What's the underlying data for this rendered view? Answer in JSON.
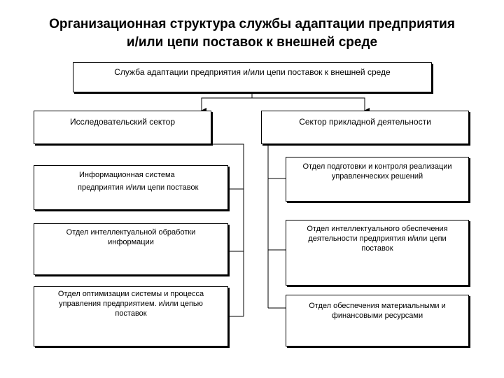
{
  "title": {
    "line1": "Организационная структура службы адаптации предприятия",
    "line2": "и/или цепи поставок к внешней среде"
  },
  "top_box": "Служба адаптации предприятия и/или цепи поставок к внешней среде",
  "left_sector": {
    "title": "Исследовательский сектор",
    "units": {
      "info_system": {
        "line1": "Информационная система",
        "line2": "предприятия и/или цепи поставок"
      },
      "intellectual_processing": "Отдел интеллектуальной обработки информации",
      "optimization": "Отдел оптимизации системы и процесса управления предприятием. и/или цепью поставок"
    }
  },
  "right_sector": {
    "title": "Сектор прикладной деятельности",
    "units": {
      "preparation_control": "Отдел подготовки и контроля реализации управленческих решений",
      "intellectual_support": "Отдел интеллектуального обеспечения деятельности предприятия и/или цепи поставок",
      "resources": "Отдел обеспечения материальными и финансовыми ресурсами"
    }
  }
}
